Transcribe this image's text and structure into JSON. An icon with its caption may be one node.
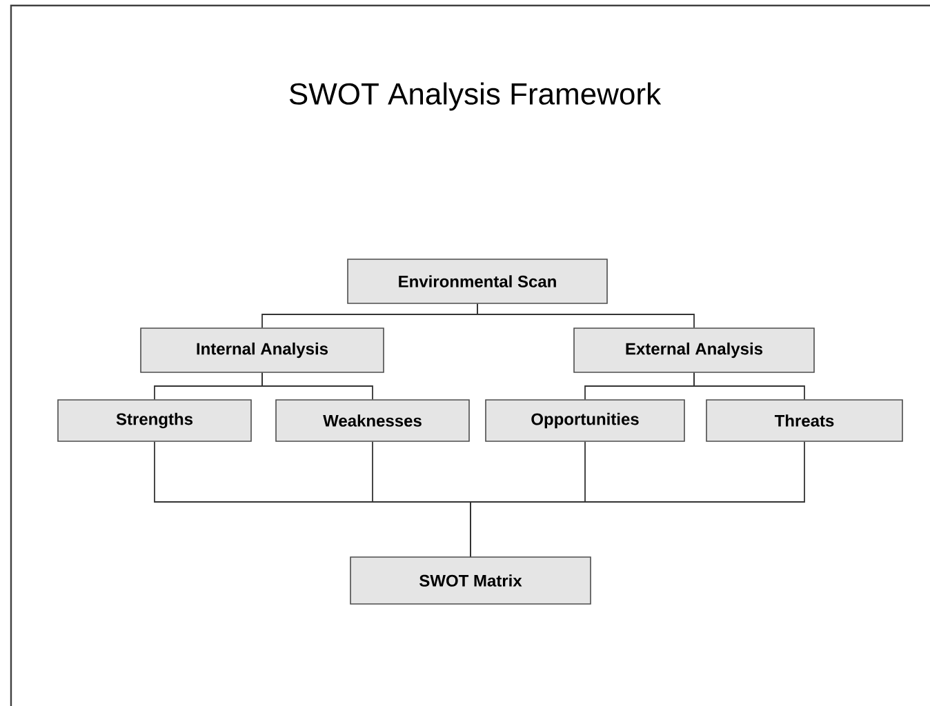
{
  "diagram": {
    "title": "SWOT Analysis Framework",
    "nodes": [
      {
        "text": [
          "Environmental Scan"
        ]
      },
      {
        "text": [
          "Internal Analysis"
        ]
      },
      {
        "text": [
          "External Analysis"
        ]
      },
      {
        "text": [
          "Strengths"
        ]
      },
      {
        "text": [
          "Weaknesses"
        ]
      },
      {
        "text": [
          "Opportunities"
        ]
      },
      {
        "text": [
          "Threats"
        ]
      },
      {
        "text": [
          "SWOT Matrix"
        ]
      }
    ],
    "edges": [
      {
        "from": 0,
        "to": 1,
        "arrow": "none"
      },
      {
        "from": 0,
        "to": 2,
        "arrow": "none"
      },
      {
        "from": 1,
        "to": 3,
        "arrow": "none"
      },
      {
        "from": 1,
        "to": 4,
        "arrow": "none"
      },
      {
        "from": 2,
        "to": 5,
        "arrow": "none"
      },
      {
        "from": 2,
        "to": 6,
        "arrow": "none"
      },
      {
        "from": 3,
        "to": 7,
        "arrow": "none"
      },
      {
        "from": 4,
        "to": 7,
        "arrow": "none"
      },
      {
        "from": 5,
        "to": 7,
        "arrow": "none"
      },
      {
        "from": 6,
        "to": 7,
        "arrow": "none"
      }
    ]
  }
}
